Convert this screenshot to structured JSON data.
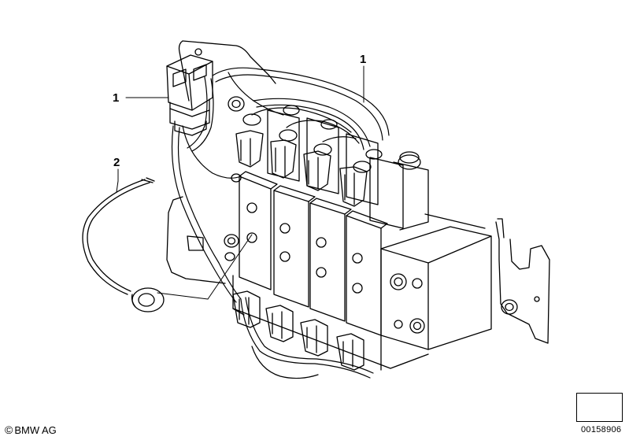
{
  "callouts": {
    "c1_left": "1",
    "c1_top": "1",
    "c2": "2"
  },
  "footer": {
    "copyright_symbol": "©",
    "copyright_text": "BMW AG",
    "document_number": "00158906"
  }
}
